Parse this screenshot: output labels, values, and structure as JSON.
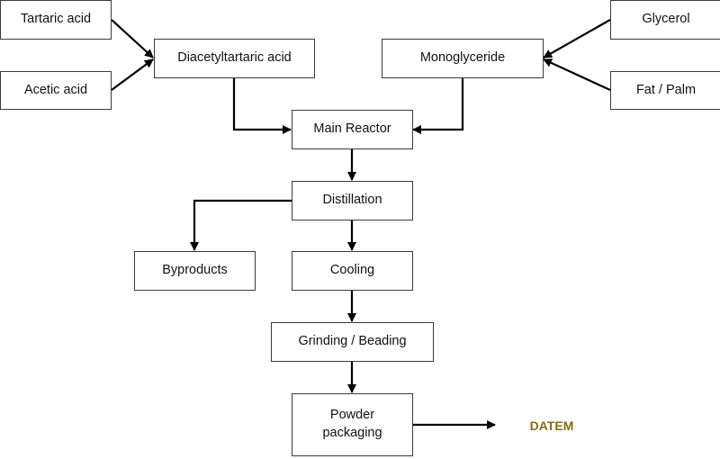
{
  "diagram": {
    "type": "process-flowchart",
    "nodes": {
      "tartaric_acid": "Tartaric acid",
      "acetic_acid": "Acetic acid",
      "diacetyltartaric_acid": "Diacetyltartaric acid",
      "monoglyceride": "Monoglyceride",
      "glycerol": "Glycerol",
      "fat_palm": "Fat / Palm",
      "main_reactor": "Main Reactor",
      "distillation": "Distillation",
      "byproducts": "Byproducts",
      "cooling": "Cooling",
      "grinding_beading": "Grinding / Beading",
      "powder_packaging": "Powder packaging",
      "datem": "DATEM"
    },
    "edges": [
      {
        "from": "tartaric_acid",
        "to": "diacetyltartaric_acid"
      },
      {
        "from": "acetic_acid",
        "to": "diacetyltartaric_acid"
      },
      {
        "from": "glycerol",
        "to": "monoglyceride"
      },
      {
        "from": "fat_palm",
        "to": "monoglyceride"
      },
      {
        "from": "diacetyltartaric_acid",
        "to": "main_reactor"
      },
      {
        "from": "monoglyceride",
        "to": "main_reactor"
      },
      {
        "from": "main_reactor",
        "to": "distillation"
      },
      {
        "from": "distillation",
        "to": "byproducts"
      },
      {
        "from": "distillation",
        "to": "cooling"
      },
      {
        "from": "cooling",
        "to": "grinding_beading"
      },
      {
        "from": "grinding_beading",
        "to": "powder_packaging"
      },
      {
        "from": "powder_packaging",
        "to": "datem"
      }
    ],
    "colors": {
      "line": "#000000",
      "box_border": "#3a3a3a",
      "product_text": "#8a6a0c"
    }
  }
}
